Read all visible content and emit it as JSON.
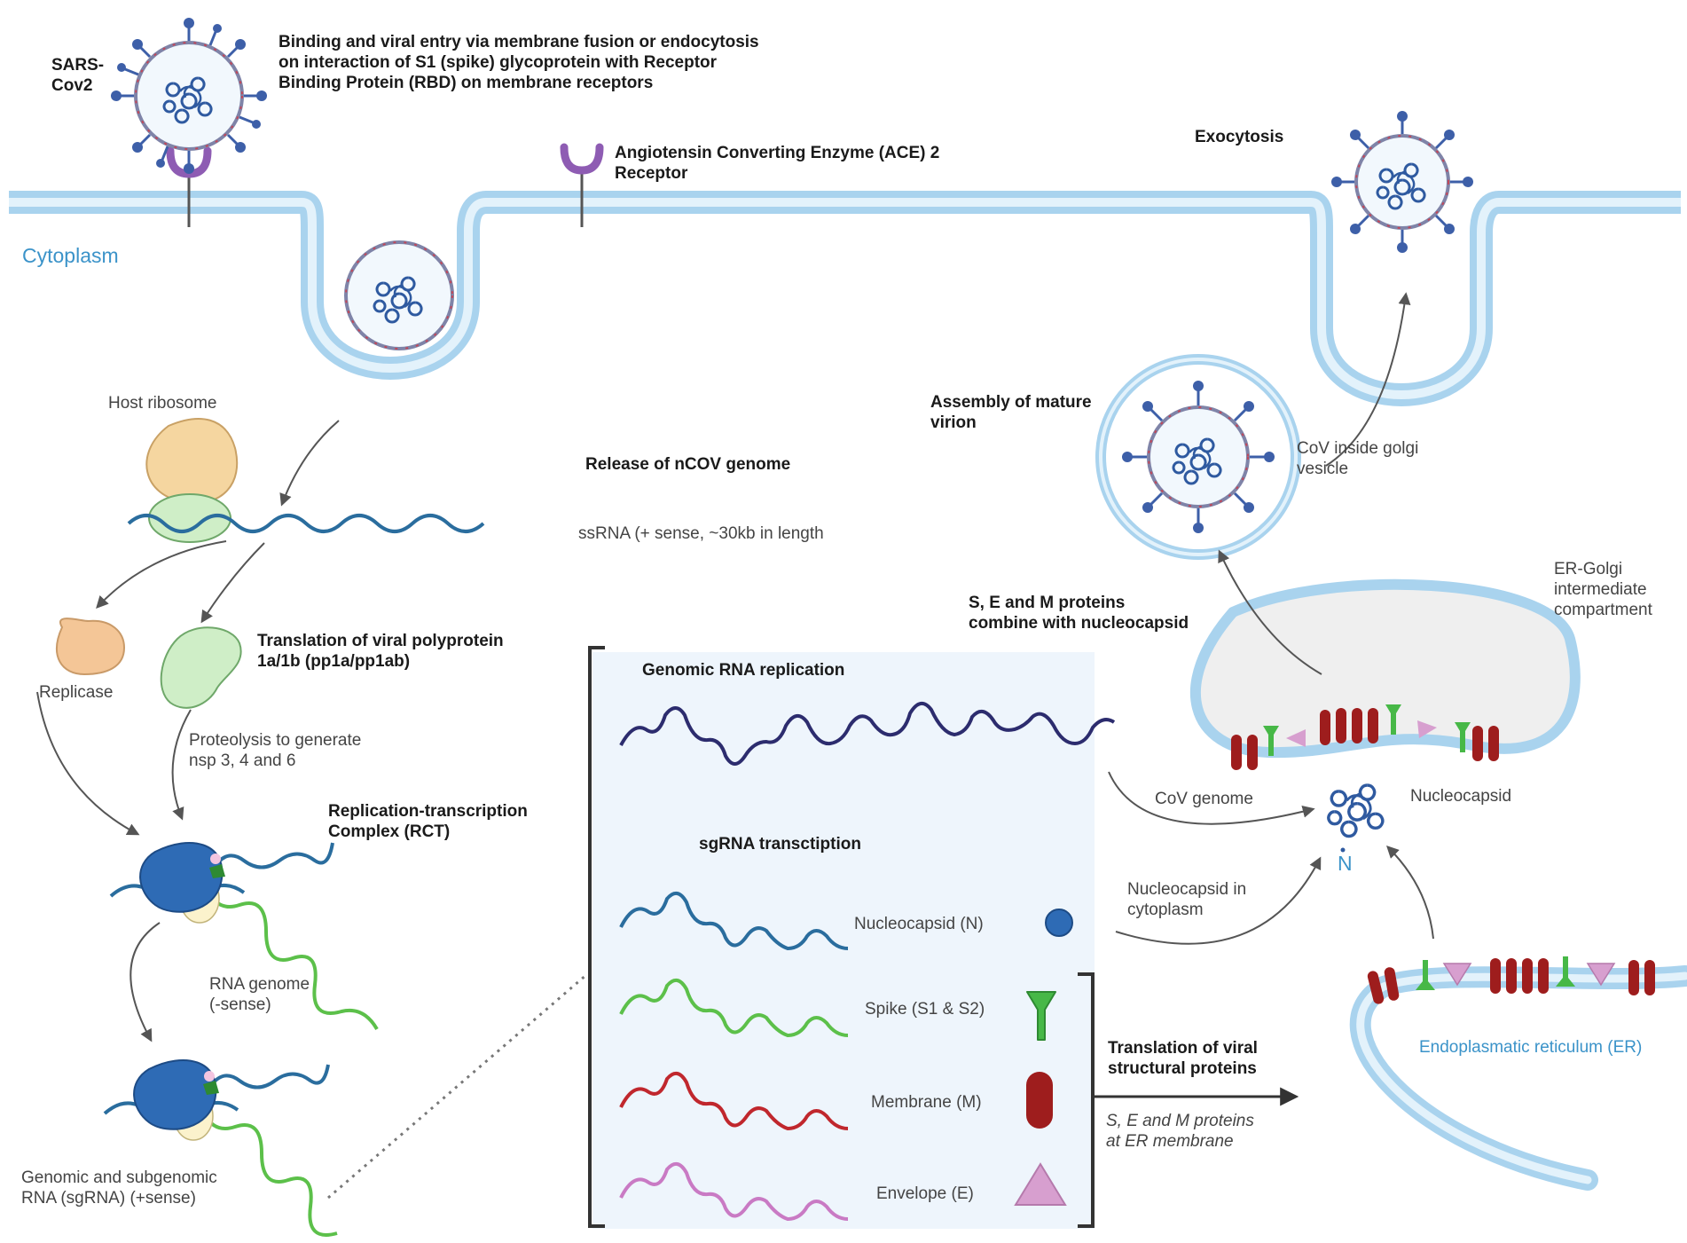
{
  "labels": {
    "sars_cov2": "SARS-\nCov2",
    "binding": "Binding and viral entry via membrane fusion or endocytosis\non interaction of S1 (spike) glycoprotein with Receptor\nBinding Protein (RBD) on membrane receptors",
    "ace2": "Angiotensin Converting Enzyme (ACE) 2\nReceptor",
    "exocytosis": "Exocytosis",
    "cytoplasm": "Cytoplasm",
    "host_ribosome": "Host ribosome",
    "release": "Release of nCOV genome",
    "ssrna": "ssRNA (+ sense, ~30kb in length",
    "assembly": "Assembly of mature\nvirion",
    "golgi_vesicle": "CoV inside golgi\nvesicle",
    "er_golgi": "ER-Golgi\nintermediate\ncompartment",
    "sem_combine": "S, E and M proteins\ncombine with nucleocapsid",
    "replicase": "Replicase",
    "translation_poly": "Translation of viral polyprotein\n1a/1b (pp1a/pp1ab)",
    "proteolysis": "Proteolysis to generate\nnsp 3, 4 and 6",
    "rct": "Replication-transcription\nComplex (RCT)",
    "rna_genome": "RNA genome\n(-sense)",
    "genomic_sg": "Genomic and subgenomic\nRNA (sgRNA) (+sense)",
    "genomic_replication": "Genomic RNA replication",
    "sgrna_transcription": "sgRNA transctiption",
    "cov_genome": "CoV genome",
    "nucleocapsid": "Nucleocapsid",
    "n_letter": "N",
    "nucleocapsid_cytoplasm": "Nucleocapsid in\ncytoplasm",
    "translation_structural": "Translation of viral\nstructural proteins",
    "sem_er": "S, E and M proteins\nat ER membrane",
    "er": "Endoplasmatic reticulum (ER)"
  },
  "proteins": [
    {
      "label": "Nucleocapsid (N)",
      "color": "#2e6bb5",
      "rna_color": "#2a6d9e",
      "icon": "circle-icon"
    },
    {
      "label": "Spike (S1 & S2)",
      "color": "#47b847",
      "rna_color": "#5cc04a",
      "icon": "spike-icon"
    },
    {
      "label": "Membrane (M)",
      "color": "#9e1d1d",
      "rna_color": "#c0272d",
      "icon": "membrane-pill-icon"
    },
    {
      "label": "Envelope (E)",
      "color": "#d79fcf",
      "rna_color": "#c97ac4",
      "icon": "triangle-icon"
    }
  ],
  "colors": {
    "membrane": "#a9d3ee",
    "virus_spike": "#3d5fa8",
    "genomic_rna": "#2c2c6e",
    "panel_bg": "#eef5fc"
  }
}
